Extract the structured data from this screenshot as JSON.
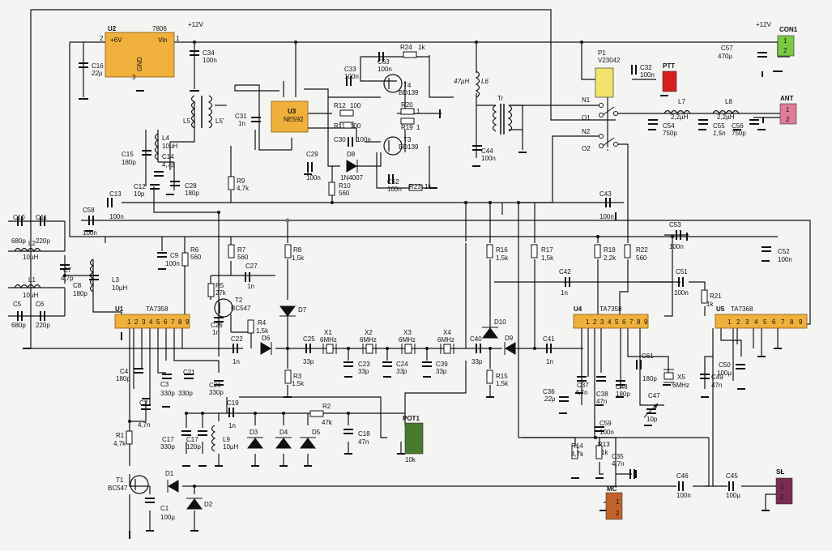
{
  "labels": {
    "u2": "U2",
    "u2_part": "7806",
    "u2_in": "+6V",
    "u2_vin": "Vin",
    "u2_gnd": "GND",
    "u2_p1": "1",
    "u2_p2": "2",
    "u2_p3": "3",
    "c16": "C16",
    "c16v": "22µ",
    "c34": "C34",
    "c34v": "100n",
    "v12a": "+12V",
    "v12b": "+12V",
    "c57": "C57",
    "c57v": "470µ",
    "con1": "CON1",
    "con1_1": "1",
    "con1_2": "2",
    "p1": "P1",
    "p1_part": "V23042",
    "c32": "C32",
    "c32v": "100n",
    "ptt": "PTT",
    "ant": "ANT",
    "ant_1": "1",
    "ant_2": "2",
    "n1": "N1",
    "o1": "O1",
    "n2": "N2",
    "o2": "O2",
    "l7": "L7",
    "l7v": "2,2µH",
    "l8": "L8",
    "l8v": "2,2µH",
    "c54": "C54",
    "c54v": "750p",
    "c55": "C55",
    "c55v": "1,5n",
    "c56": "C56",
    "c56v": "750p",
    "l6": "L6",
    "l6v": "47µH",
    "c44": "C44",
    "c44v": "100n",
    "tr": "Tr",
    "c63": "C63",
    "c63v": "100n",
    "r24": "R24",
    "r24v": "1k",
    "t4": "T4",
    "t4p": "BD139",
    "t3": "T3",
    "t3p": "BD139",
    "r20": "R20",
    "r20v": "1",
    "r19": "R19",
    "r19v": "1",
    "r23": "R23",
    "r23v": "1k",
    "c62": "C62",
    "c62v": "100n",
    "c33": "C33",
    "c33v": "100n",
    "r12": "R12",
    "r12v": "100",
    "r11": "R11",
    "r11v": "100",
    "c30": "C30",
    "c30v": "100n",
    "d8": "D8",
    "d8p": "1N4007",
    "c29": "C29",
    "c29v": "100n",
    "r10": "R10",
    "r10v": "560",
    "u3": "U3",
    "u3p": "NE592",
    "c31": "C31",
    "c31v": "1n",
    "l5": "L5",
    "l5b": "L5'",
    "r9": "R9",
    "r9v": "4,7k",
    "l4": "L4",
    "l4v": "10µH",
    "c15": "C15",
    "c15v": "180p",
    "c14": "C14",
    "c14v": "4,7p",
    "c28": "C28",
    "c28v": "180p",
    "c12": "C12",
    "c12v": "10p",
    "c13": "C13",
    "c13v": "100n",
    "c43": "C43",
    "c43v": "100n",
    "c58": "C58",
    "c58v": "100n",
    "c53": "C53",
    "c53v": "100n",
    "c52": "C52",
    "c52v": "100n",
    "c10": "C10",
    "c10v": "680p",
    "c11": "C11",
    "c11v": "220p",
    "l2": "L2",
    "l2v": "10µH",
    "c7": "C7",
    "c7v": "4,7p",
    "c8": "C8",
    "c8v": "180p",
    "l3": "L3",
    "l3v": "10µH",
    "l1": "L1",
    "l1v": "10µH",
    "c5": "C5",
    "c5v": "680p",
    "c6": "C6",
    "c6v": "220p",
    "c9": "C9",
    "c9v": "100n",
    "r6": "R6",
    "r6v": "560",
    "r7": "R7",
    "r7v": "560",
    "r5": "R5",
    "r5v": "27k",
    "t2": "T2",
    "t2p": "BC547",
    "c27": "C27",
    "c27v": "1n",
    "c26": "C26",
    "c26v": "1n",
    "r8": "R8",
    "r8v": "1,5k",
    "d7": "D7",
    "d6": "D6",
    "r4": "R4",
    "r4v": "1,5k",
    "r3": "R3",
    "r3v": "1,5k",
    "c22": "C22",
    "c22v": "1n",
    "c25": "C25",
    "c25v": "33p",
    "x1": "X1",
    "x2": "X2",
    "x3": "X3",
    "x4": "X4",
    "xf": "6MHz",
    "c23": "C23",
    "c23v": "33p",
    "c24": "C24",
    "c24v": "33p",
    "c39": "C39",
    "c39v": "33p",
    "c40": "C40",
    "c40v": "33p",
    "d10": "D10",
    "d9": "D9",
    "r16": "R16",
    "r16v": "1,5k",
    "r17": "R17",
    "r17v": "1,5k",
    "r15": "R15",
    "r15v": "1,5k",
    "r18": "R18",
    "r18v": "2,2k",
    "r22": "R22",
    "r22v": "560",
    "c42": "C42",
    "c42v": "1n",
    "c51": "C51",
    "c51v": "100n",
    "r21": "R21",
    "r21v": "1k",
    "c41": "C41",
    "c41v": "1n",
    "u1": "U1",
    "u1p": "TA7358",
    "u4": "U4",
    "u4p": "TA7358",
    "u5": "U5",
    "u5p": "TA7368",
    "pins9": [
      "1",
      "2",
      "3",
      "4",
      "5",
      "6",
      "7",
      "8",
      "9"
    ],
    "c4": "C4",
    "c4v": "180p",
    "c3": "C3",
    "c3v": "330p",
    "c21": "C21",
    "c21v": "330p",
    "c20": "C20",
    "c20v": "330p",
    "c2": "C2",
    "c2v": "4,7n",
    "r1": "R1",
    "r1v": "4,7k",
    "t1": "T1",
    "t1p": "BC547",
    "d1": "D1",
    "d2": "D2",
    "c1": "C1",
    "c1v": "100µ",
    "c19": "C19",
    "c19v": "1n",
    "r2": "R2",
    "r2v": "47k",
    "c17a": "C17",
    "c17av": "330p",
    "c17b": "C17",
    "c17bv": "120p",
    "l9": "L9",
    "l9v": "10µH",
    "d3": "D3",
    "d4": "D4",
    "d5": "D5",
    "c18": "C18",
    "c18v": "47n",
    "pot1": "POT1",
    "pot1v": "10k",
    "c36": "C36",
    "c36v": "22µ",
    "c37": "C37",
    "c37v": "4,7n",
    "c38": "C38",
    "c38v": "47n",
    "c48": "C48",
    "c48v": "180p",
    "c61": "C61",
    "c61v": "180p",
    "x5": "X5",
    "x5v": "6MHz",
    "c47": "C47",
    "c47v": "10p",
    "c50": "C50",
    "c50v": "100µ",
    "c49": "C49",
    "c49v": "47n",
    "c59": "C59",
    "c59v": "100n",
    "r14": "R14",
    "r14v": "4,7k",
    "r13": "R13",
    "r13v": "1k",
    "c35": "C35",
    "c35v": "4,7n",
    "c46": "C46",
    "c46v": "100n",
    "c45": "C45",
    "c45v": "100µ",
    "mc": "MC",
    "sl": "SŁ",
    "one": "1",
    "two": "2"
  },
  "colors": {
    "ic": "#efb03c",
    "relay": "#f3e36a",
    "con1": "#7ac943",
    "ptt": "#d81e1e",
    "ant": "#e07b9a",
    "pot1": "#4a7a2e",
    "mc": "#c0622a",
    "sl": "#7a2b55"
  }
}
